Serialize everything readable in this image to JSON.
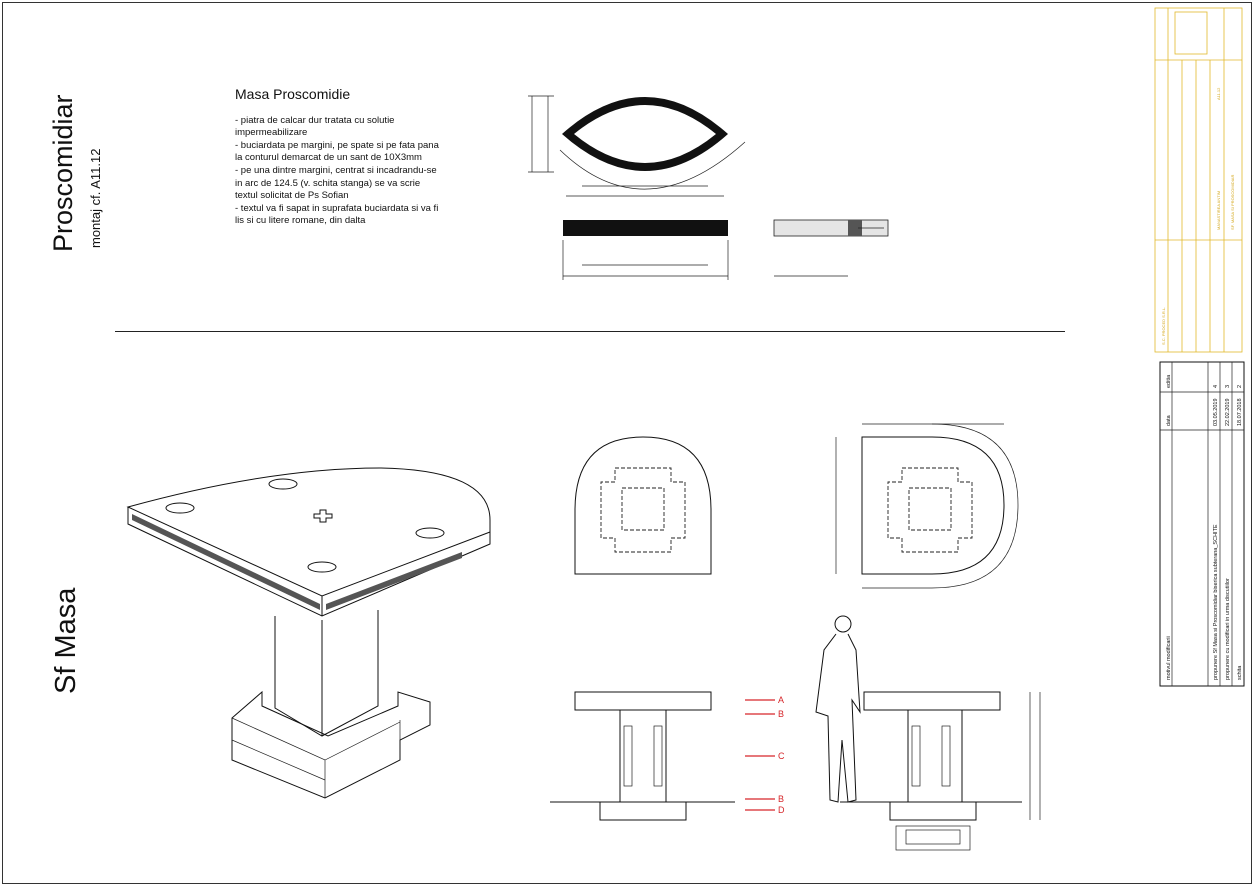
{
  "sheet": {
    "title_proscomidiar": "Proscomidiar",
    "subtitle_montaj": "montaj cf. A11.12",
    "title_sf_masa": "Sf Masa"
  },
  "notes": {
    "heading": "Masa Proscomidie",
    "lines": [
      "- piatra de calcar dur tratata cu solutie impermeabilizare",
      "- buciardata pe margini, pe spate si pe fata pana la conturul demarcat de un sant de 10X3mm",
      "- pe una dintre margini, centrat si incadrandu-se in arc de 124.5 (v. schita stanga) se va scrie textul solicitat de Ps Sofian",
      "- textul va fi sapat in suprafata buciardata si va fi lis si cu litere romane, din dalta"
    ]
  },
  "section_markers": [
    "A",
    "B",
    "C",
    "B",
    "D"
  ],
  "revisions": {
    "header_date": "data",
    "header_edition": "editia",
    "header_changes": "motivul modificarii",
    "rows": [
      {
        "date": "03.05.2019",
        "edition": "4",
        "change": "propunere Sf Masa si Proscomidiar biserica subterana_SCHITE"
      },
      {
        "date": "22.02.2019",
        "edition": "3",
        "change": "propunere cu modificari in urma discutiilor"
      },
      {
        "date": "18.07.2018",
        "edition": "2",
        "change": "schita"
      }
    ]
  },
  "title_block": {
    "company": "S.C. PROCED S.R.L.",
    "project": "MANASTIREA ANTIM",
    "drawing": "SF. MASA SI PROSCOMIDIAR",
    "sheet_code": "A11.12"
  },
  "colors": {
    "marker_red": "#d6262a",
    "title_block_yellow": "#e2b92b"
  }
}
